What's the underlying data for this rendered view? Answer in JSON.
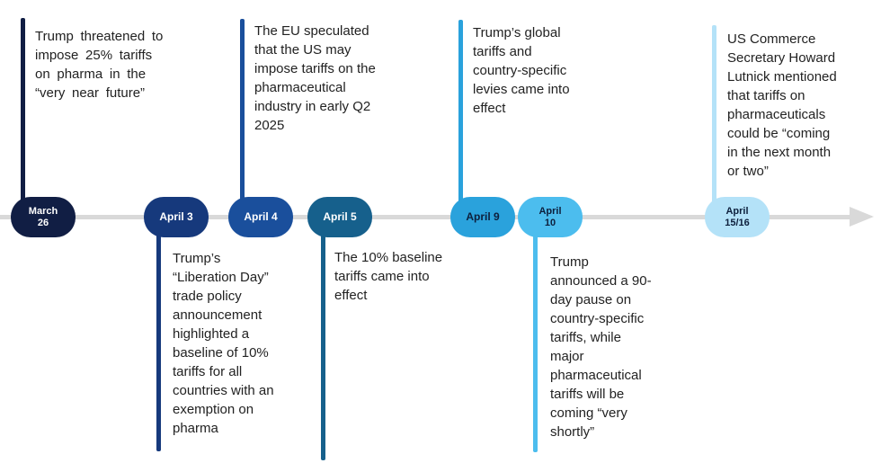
{
  "timeline": {
    "line_color": "#D9D9D9",
    "arrow_color": "#D9D9D9",
    "body_text_color": "#222222"
  },
  "events": [
    {
      "date": "March\n26",
      "color": "#111E44",
      "label_color": "#FFFFFF",
      "side": "above",
      "description": "Trump threatened to\nimpose 25% tariffs\non pharma in the\n“very near future”"
    },
    {
      "date": "April 3",
      "color": "#16397C",
      "label_color": "#FFFFFF",
      "side": "below",
      "description": "Trump’s\n“Liberation Day”\ntrade policy\nannouncement\nhighlighted a\nbaseline of 10%\ntariffs for all\ncountries with an\nexemption on\npharma"
    },
    {
      "date": "April 4",
      "color": "#1A4F9C",
      "label_color": "#FFFFFF",
      "side": "above",
      "description": "The EU speculated\nthat the US may\nimpose tariffs on the\npharmaceutical\nindustry in early Q2\n2025"
    },
    {
      "date": "April 5",
      "color": "#16608C",
      "label_color": "#FFFFFF",
      "side": "below",
      "description": "The 10% baseline\ntariffs came into\neffect"
    },
    {
      "date": "April 9",
      "color": "#2AA2DC",
      "label_color": "#0D1F3C",
      "side": "above",
      "description": "Trump’s global\ntariffs and\ncountry-specific\nlevies came into\neffect"
    },
    {
      "date": "April\n10",
      "color": "#4CBDEE",
      "label_color": "#0D1F3C",
      "side": "below",
      "description": "Trump\nannounced a 90-\nday pause on\ncountry-specific\ntariffs, while\nmajor\npharmaceutical\ntariffs will be\ncoming “very\nshortly”"
    },
    {
      "date": "April\n15/16",
      "color": "#B4E2F8",
      "label_color": "#0D1F3C",
      "side": "above",
      "description": "US Commerce\nSecretary Howard\nLutnick mentioned\nthat tariffs on\npharmaceuticals\ncould be “coming\nin the next month\nor two”"
    }
  ]
}
